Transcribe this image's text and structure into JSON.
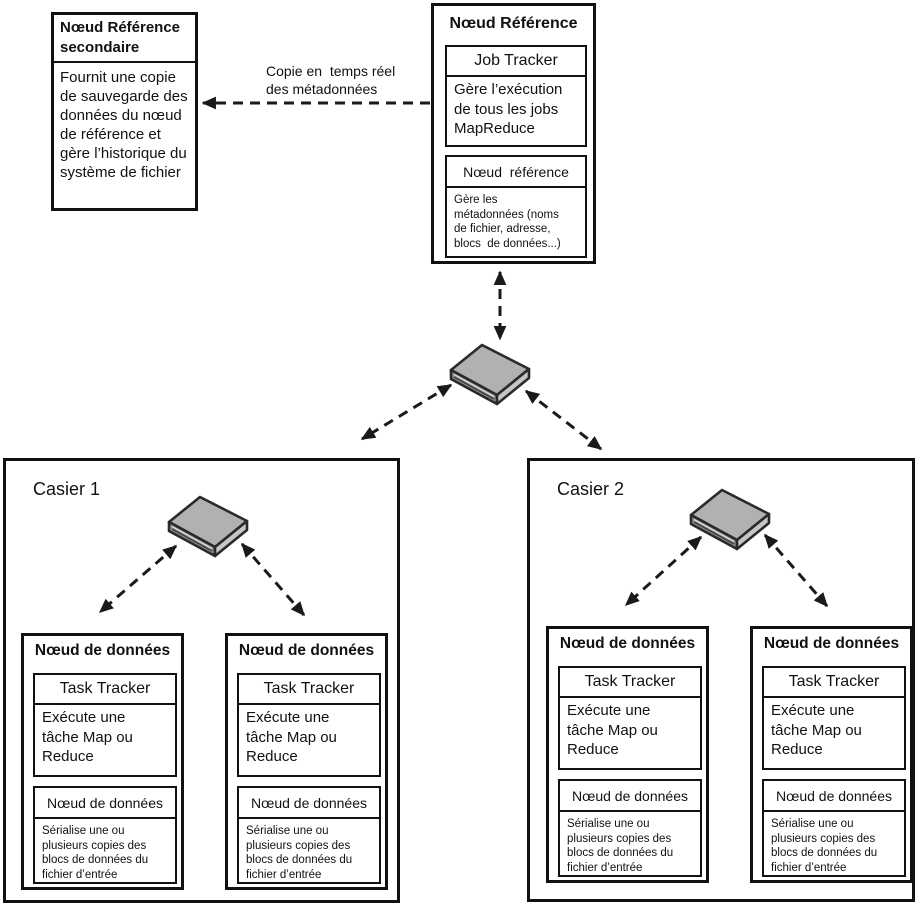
{
  "diagram": {
    "secondary_node": {
      "title": "Nœud Référence secondaire",
      "description": "Fournit une copie de sauvegarde des données du nœud de référence et gère l’historique du système de fichier"
    },
    "copy_label": {
      "line1": "Copie en  temps réel",
      "line2": "des métadonnées"
    },
    "reference_node": {
      "title": "Nœud Référence",
      "job_tracker": {
        "header": "Job Tracker",
        "description": "Gère l’exécution de tous les jobs MapReduce"
      },
      "name_node": {
        "header": "Nœud  référence",
        "description": "Gère les métadonnées (noms de fichier, adresse, blocs  de données...)"
      }
    },
    "racks": [
      {
        "label": "Casier 1",
        "data_nodes": [
          {
            "title": "Nœud de données",
            "task_tracker": {
              "header": "Task Tracker",
              "description": "Exécute une tâche Map ou Reduce"
            },
            "data_node": {
              "header": "Nœud de données",
              "description": "Sérialise une ou plusieurs copies des blocs de données du fichier d’entrée"
            }
          },
          {
            "title": "Nœud de données",
            "task_tracker": {
              "header": "Task Tracker",
              "description": "Exécute une tâche Map ou Reduce"
            },
            "data_node": {
              "header": "Nœud de données",
              "description": "Sérialise une ou plusieurs copies des blocs de données du fichier d’entrée"
            }
          }
        ]
      },
      {
        "label": "Casier 2",
        "data_nodes": [
          {
            "title": "Nœud de données",
            "task_tracker": {
              "header": "Task Tracker",
              "description": "Exécute une tâche Map ou Reduce"
            },
            "data_node": {
              "header": "Nœud de données",
              "description": "Sérialise une ou plusieurs copies des blocs de données du fichier d’entrée"
            }
          },
          {
            "title": "Nœud de données",
            "task_tracker": {
              "header": "Task Tracker",
              "description": "Exécute une tâche Map ou Reduce"
            },
            "data_node": {
              "header": "Nœud de données",
              "description": "Sérialise une ou plusieurs copies des blocs de données du fichier d’entrée"
            }
          }
        ]
      }
    ],
    "icons": {
      "core_switch": "network-switch-icon",
      "rack1_switch": "network-switch-icon",
      "rack2_switch": "network-switch-icon"
    },
    "colors": {
      "background": "#ffffff",
      "line": "#1a1a1a",
      "box_border": "#111111",
      "switch_top": "#b1b1b3",
      "switch_front": "#8e8e90",
      "switch_side": "#c6c6c8"
    }
  }
}
